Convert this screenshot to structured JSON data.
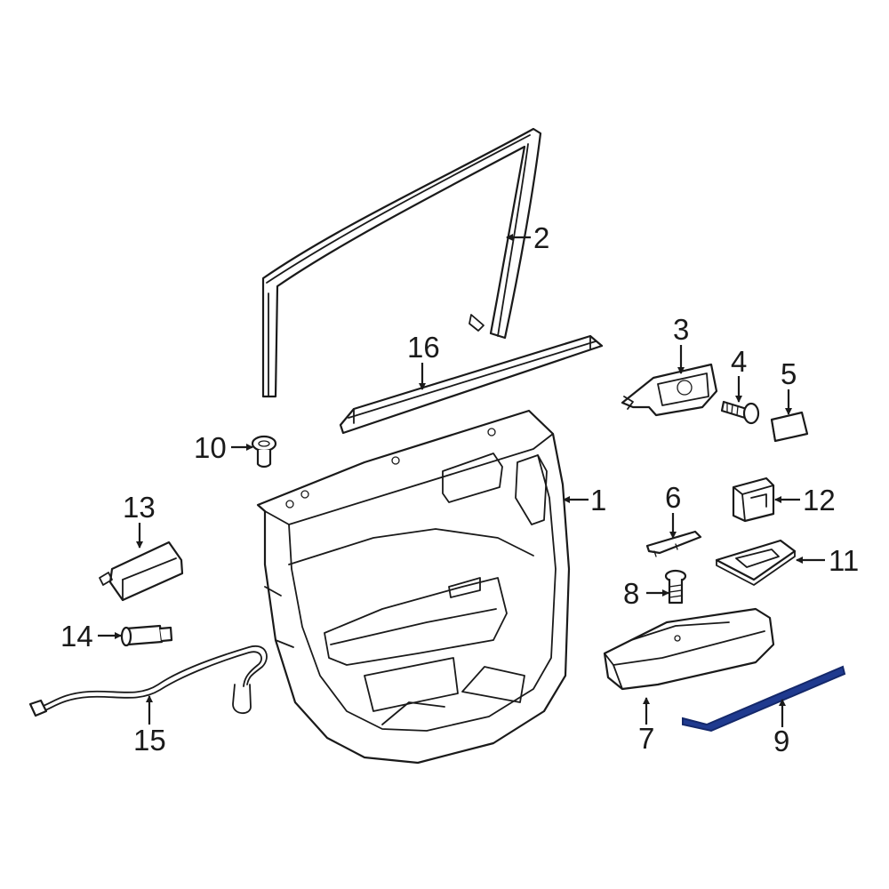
{
  "diagram": {
    "highlight_color": "#1f3a8f",
    "line_color": "#1a1a1a",
    "background_color": "#ffffff",
    "callouts": {
      "c1": "1",
      "c2": "2",
      "c3": "3",
      "c4": "4",
      "c5": "5",
      "c6": "6",
      "c7": "7",
      "c8": "8",
      "c9": "9",
      "c10": "10",
      "c11": "11",
      "c12": "12",
      "c13": "13",
      "c14": "14",
      "c15": "15",
      "c16": "16"
    },
    "highlighted_part": "9"
  }
}
